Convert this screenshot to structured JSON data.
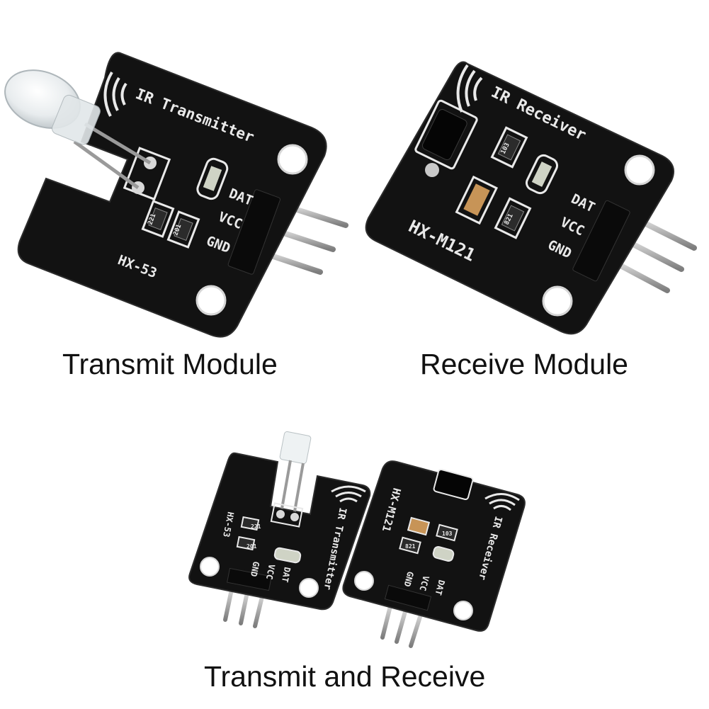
{
  "captions": {
    "transmit": "Transmit Module",
    "receive": "Receive Module",
    "pair": "Transmit and Receive"
  },
  "transmitter_board": {
    "title": "IR Transmitter",
    "model": "HX-53",
    "pins": [
      "DAT",
      "VCC",
      "GND"
    ],
    "resistors": [
      "221",
      "201"
    ]
  },
  "receiver_board": {
    "title": "IR Receiver",
    "model": "HX-M121",
    "pins": [
      "DAT",
      "VCC",
      "GND"
    ],
    "resistors": [
      "103",
      "821"
    ]
  },
  "colors": {
    "pcb": "#111111",
    "silkscreen": "#e9e9e9",
    "pin_metal": "#c8c8c8",
    "caption_text": "#111111"
  }
}
